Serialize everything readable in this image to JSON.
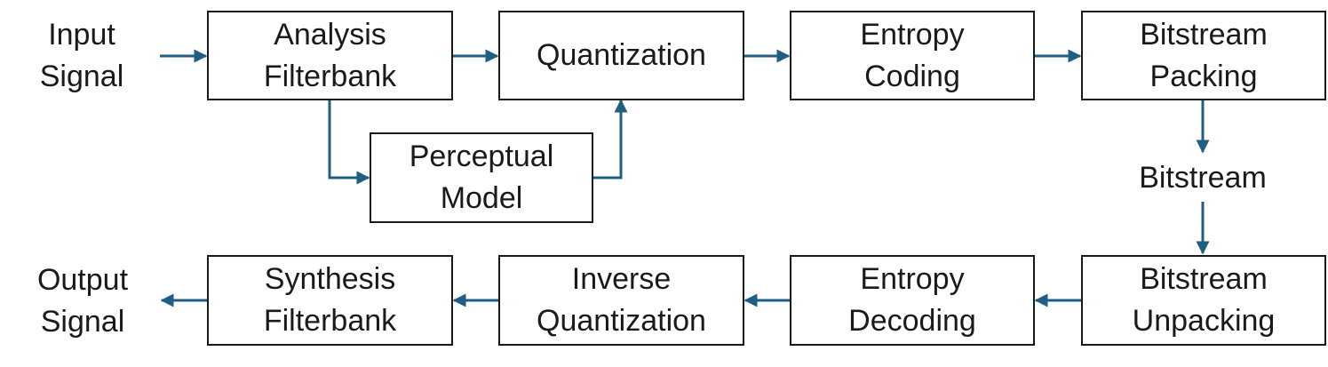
{
  "diagram": {
    "arrow_color": "#1f5f82",
    "box_border_color": "#1a1a1a",
    "labels": {
      "input": "Input\nSignal",
      "output": "Output\nSignal",
      "bitstream": "Bitstream"
    },
    "encoder": {
      "analysis": "Analysis\nFilterbank",
      "quantization": "Quantization",
      "entropy_coding": "Entropy\nCoding",
      "packing": "Bitstream\nPacking",
      "perceptual": "Perceptual\nModel"
    },
    "decoder": {
      "unpacking": "Bitstream\nUnpacking",
      "entropy_decoding": "Entropy\nDecoding",
      "inverse_quantization": "Inverse\nQuantization",
      "synthesis": "Synthesis\nFilterbank"
    },
    "connections": [
      {
        "from": "input-signal-label",
        "to": "analysis-filterbank-box"
      },
      {
        "from": "analysis-filterbank-box",
        "to": "quantization-box"
      },
      {
        "from": "analysis-filterbank-box",
        "to": "perceptual-model-box"
      },
      {
        "from": "perceptual-model-box",
        "to": "quantization-box"
      },
      {
        "from": "quantization-box",
        "to": "entropy-coding-box"
      },
      {
        "from": "entropy-coding-box",
        "to": "bitstream-packing-box"
      },
      {
        "from": "bitstream-packing-box",
        "to": "bitstream-label"
      },
      {
        "from": "bitstream-label",
        "to": "bitstream-unpacking-box"
      },
      {
        "from": "bitstream-unpacking-box",
        "to": "entropy-decoding-box"
      },
      {
        "from": "entropy-decoding-box",
        "to": "inverse-quantization-box"
      },
      {
        "from": "inverse-quantization-box",
        "to": "synthesis-filterbank-box"
      },
      {
        "from": "synthesis-filterbank-box",
        "to": "output-signal-label"
      }
    ]
  }
}
